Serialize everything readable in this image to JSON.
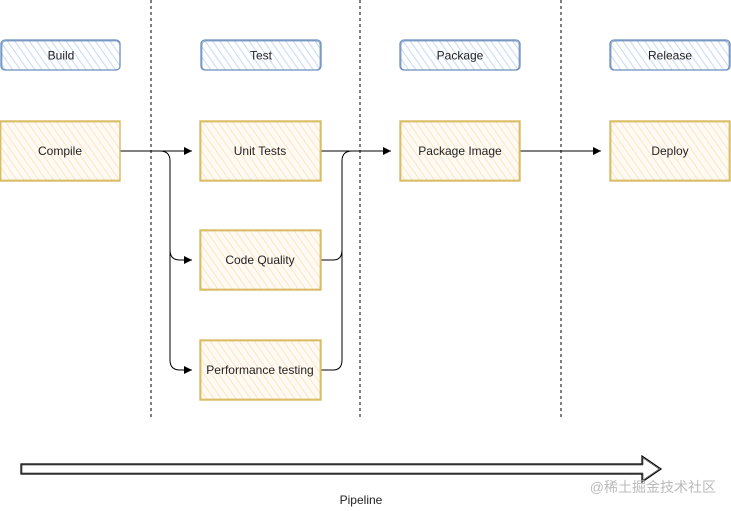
{
  "stages": {
    "build": "Build",
    "test": "Test",
    "package": "Package",
    "release": "Release"
  },
  "steps": {
    "compile": "Compile",
    "unit_tests": "Unit Tests",
    "code_quality": "Code Quality",
    "performance_testing": "Performance testing",
    "package_image": "Package Image",
    "deploy": "Deploy"
  },
  "pipeline_label": "Pipeline",
  "watermark": "@稀土掘金技术社区",
  "colors": {
    "stage_fill": "#dae8fc",
    "stage_stroke": "#6c8ebf",
    "step_fill": "#ffe6cc",
    "step_stroke": "#d6b656",
    "edge": "#000000",
    "lane_divider": "#000000"
  }
}
